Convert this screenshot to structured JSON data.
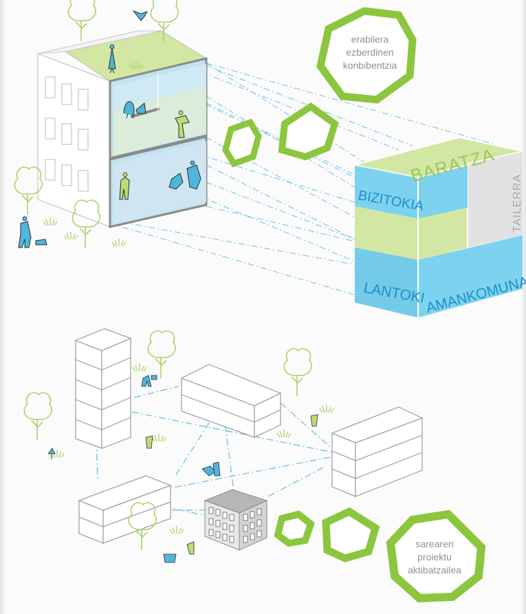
{
  "top_section": {
    "hex_caption": [
      "erabilera",
      "ezberdinen",
      "konbibentzia"
    ],
    "block_labels": {
      "garden": "BARATZA",
      "workshop": "TAILERRA",
      "housing": "BIZITOKIA",
      "more": "...",
      "common_work_left": "LANTOKI",
      "common_work_right": "AMANKOMUNA"
    }
  },
  "bottom_section": {
    "hex_caption": [
      "sarearen",
      "proiektu",
      "aktibatzailea"
    ]
  },
  "colors": {
    "hex_outline": "#8cc63f",
    "green_fill": "#d2e7a3",
    "blue_fill": "#7dd3ef",
    "gray_fill": "#e0e0e0",
    "label_text": "#1d8fc7",
    "garden_text": "#9fc65a",
    "workshop_text": "#a8a8a8",
    "dashed_line": "#6cc0e6",
    "building_line": "#9a9a9a",
    "tree_line": "#a9d26a"
  }
}
